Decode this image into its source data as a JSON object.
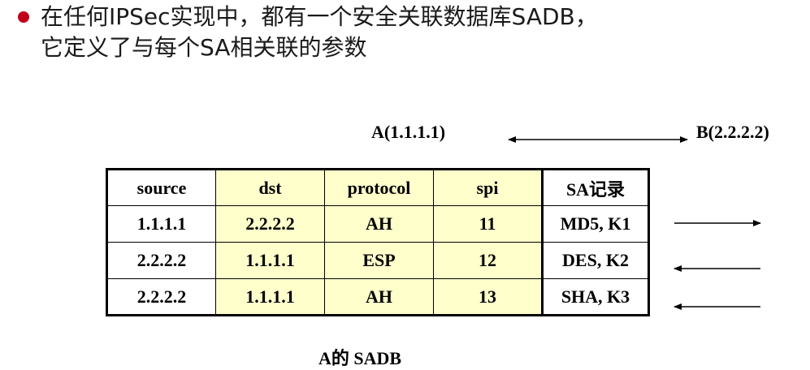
{
  "bullet": {
    "line1": "在任何IPSec实现中，都有一个安全关联数据库SADB，",
    "line2": "它定义了与每个SA相关联的参数"
  },
  "endpoints": {
    "a": "A(1.1.1.1)",
    "b": "B(2.2.2.2)"
  },
  "table": {
    "headers": [
      "source",
      "dst",
      "protocol",
      "spi",
      "SA记录"
    ],
    "rows": [
      [
        "1.1.1.1",
        "2.2.2.2",
        "AH",
        "11",
        "MD5, K1"
      ],
      [
        "2.2.2.2",
        "1.1.1.1",
        "ESP",
        "12",
        "DES, K2"
      ],
      [
        "2.2.2.2",
        "1.1.1.1",
        "AH",
        "13",
        "SHA, K3"
      ]
    ],
    "row_directions": [
      "right",
      "left",
      "left"
    ]
  },
  "caption": "A的 SADB",
  "colors": {
    "bullet": "#c0001a",
    "highlight": "#ffffcc"
  }
}
